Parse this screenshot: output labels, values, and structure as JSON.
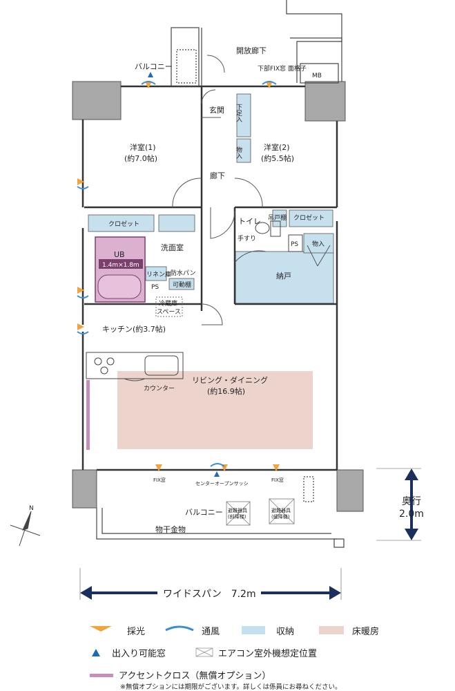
{
  "plan": {
    "rooms": {
      "corridor_open": "開放廊下",
      "balcony_top": "バルコニー",
      "fix_top": "下部FIX窓\n面格子",
      "mb": "MB",
      "entrance": "玄関",
      "shoe_storage": "下足入",
      "storage_small": "物入",
      "room1": "洋室(1)",
      "room1_size": "(約7.0帖)",
      "room2": "洋室(2)",
      "room2_size": "(約5.5帖)",
      "hallway": "廊下",
      "closet1": "クロゼット",
      "closet2": "クロゼット",
      "hanging": "吊戸棚",
      "toilet": "トイレ",
      "handrail": "手すり",
      "ps1": "PS",
      "storage2": "物入",
      "washroom": "洗面室",
      "ub": "UB",
      "ub_size": "1.4m×1.8m",
      "linen": "リネン庫",
      "waterproof_pan": "防水パン",
      "movable_shelf": "可動棚",
      "ps2": "PS",
      "nando": "納戸",
      "fridge1": "冷蔵庫",
      "fridge2": "スペース",
      "kitchen": "キッチン(約3.7帖)",
      "counter": "カウンター",
      "living": "リビング・ダイニング",
      "living_size": "(約16.9帖)",
      "fix_left": "FIX窓",
      "center_sash": "センターオープンサッシ",
      "fix_right": "FIX窓",
      "balcony_bottom": "バルコニー",
      "evac1a": "避難器具",
      "evac1b": "(斜降梯)",
      "evac2a": "避難器具",
      "evac2b": "(緩降機)",
      "drying": "物干金物",
      "compass": "N"
    },
    "depth_label": "奥行",
    "depth_value": "2.0m",
    "width_label": "ワイドスパン　7.2m"
  },
  "legend": {
    "lighting": "採光",
    "ventilation": "通風",
    "storage": "収納",
    "floor_heating": "床暖房",
    "entry_window": "出入り可能窓",
    "ac_unit": "エアコン室外機想定位置",
    "accent_cloth": "アクセントクロス（無償オプション）",
    "note": "※無償オプションには期限がございます。詳しくは係員にお尋ねください。"
  },
  "colors": {
    "storage": "#c7e0ee",
    "floor_heating": "#ecd3cc",
    "ub": "#dcb0cf",
    "accent": "#c98db9",
    "wall": "#a8a8a8",
    "navy": "#1b2f5e",
    "orange": "#f0a43a",
    "blue": "#3a8ed1"
  }
}
